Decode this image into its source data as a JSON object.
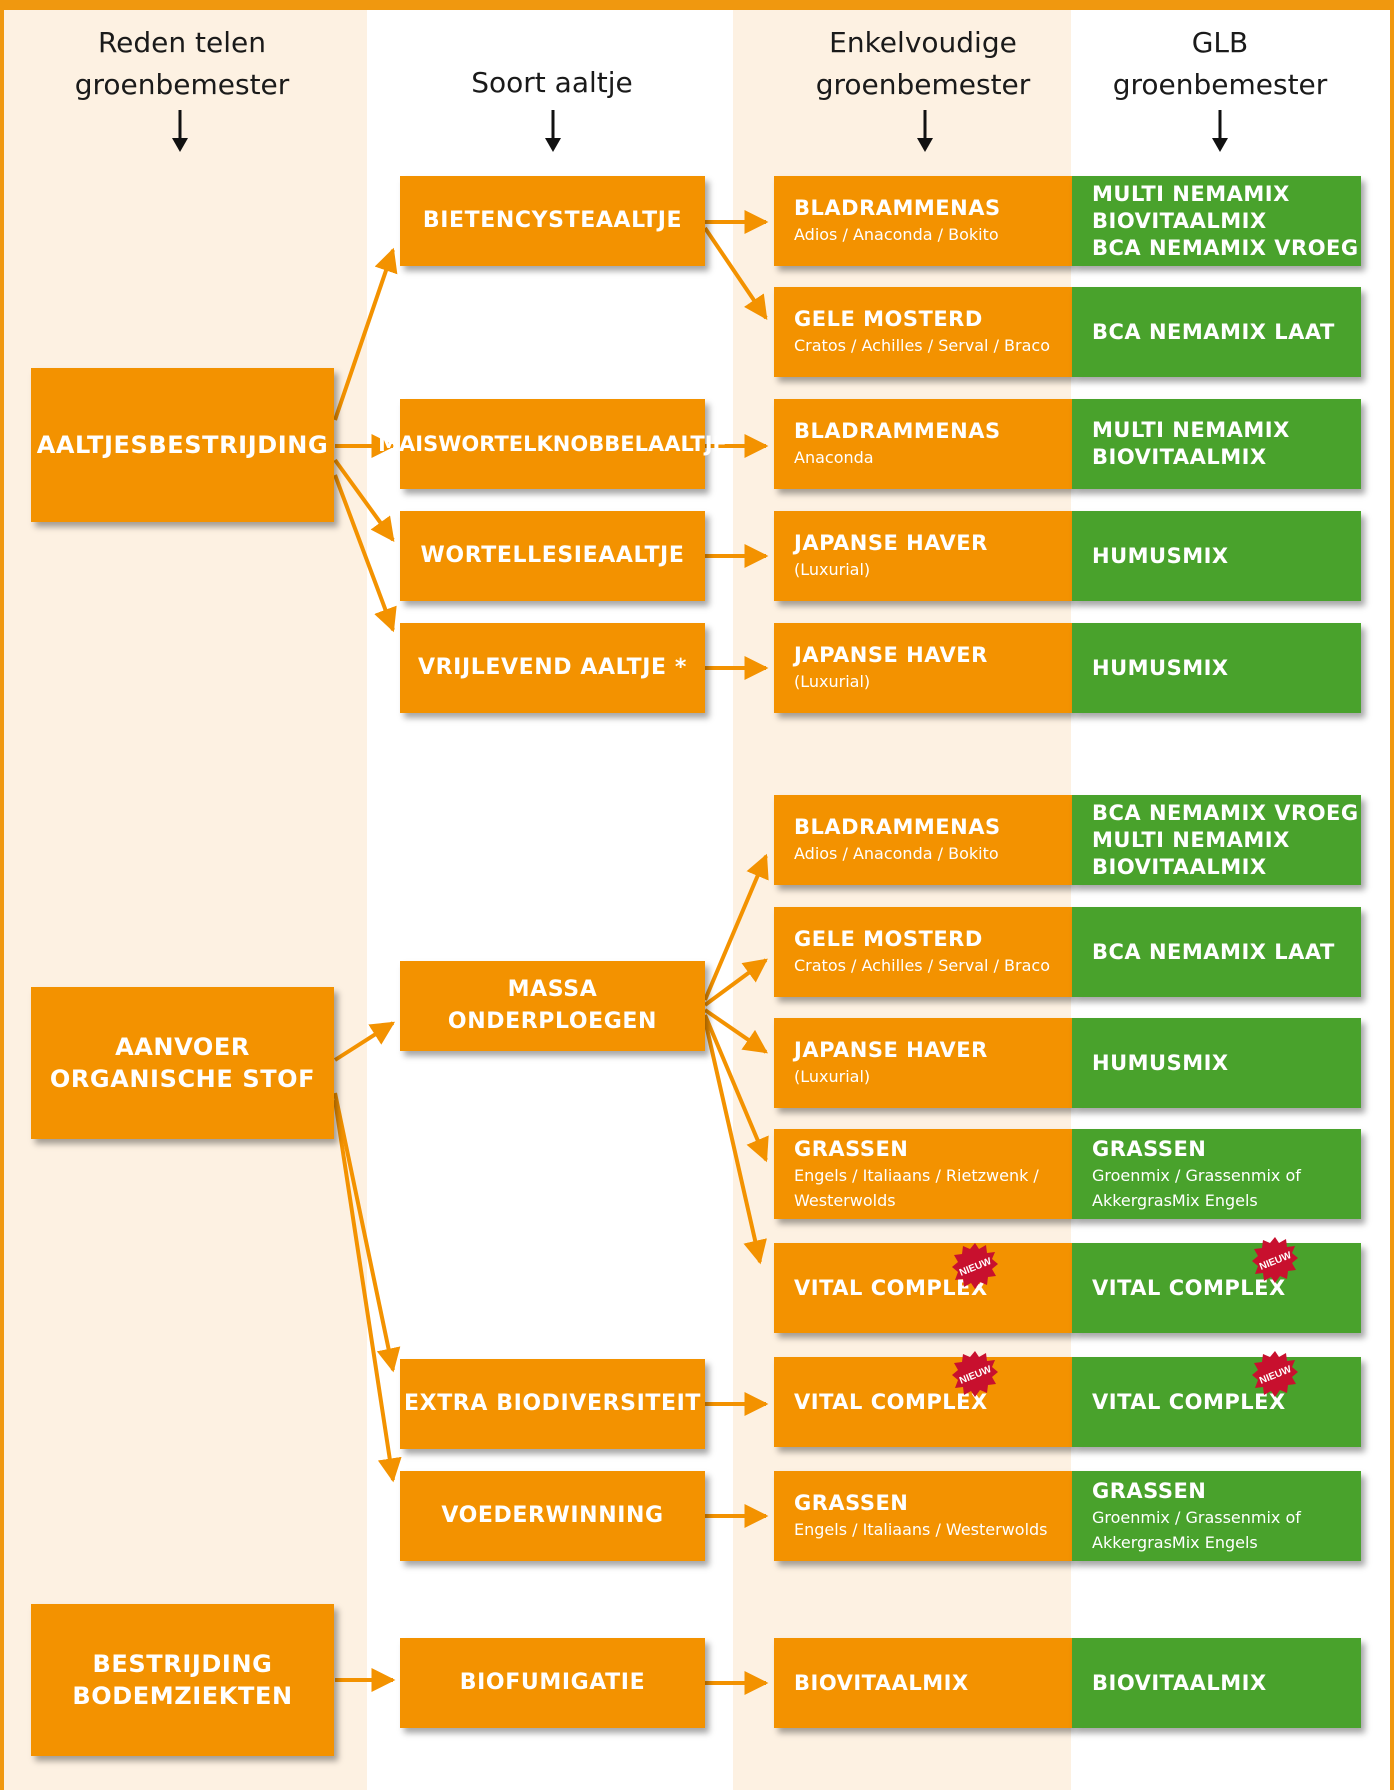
{
  "headers": [
    {
      "line1": "Reden telen",
      "line2": "groenbemester"
    },
    {
      "line1": "Soort aaltje",
      "line2": ""
    },
    {
      "line1": "Enkelvoudige",
      "line2": "groenbemester"
    },
    {
      "line1": "GLB",
      "line2": "groenbemester"
    }
  ],
  "reasons": {
    "aaltjes": {
      "line1": "AALTJESBESTRIJDING",
      "line2": ""
    },
    "organische": {
      "line1": "AANVOER",
      "line2": "ORGANISCHE STOF"
    },
    "bodemziekten": {
      "line1": "BESTRIJDING",
      "line2": "BODEMZIEKTEN"
    }
  },
  "soorten": {
    "bietencyste": "BIETENCYSTEAALTJE",
    "maiswortel": "MAISWORTELKNOBBELAALTJE",
    "wortellesie": "WORTELLESIEAALTJE",
    "vrijlevend": "VRIJLEVEND AALTJE *",
    "massa": "MASSA ONDERPLOEGEN",
    "biodiversiteit": "EXTRA BIODIVERSITEIT",
    "voeder": "VOEDERWINNING",
    "biofumigatie": "BIOFUMIGATIE"
  },
  "enkelvoudig": [
    {
      "title": "BLADRAMMENAS",
      "sub": "Adios / Anaconda / Bokito"
    },
    {
      "title": "GELE MOSTERD",
      "sub": "Cratos / Achilles / Serval / Braco"
    },
    {
      "title": "BLADRAMMENAS",
      "sub": "Anaconda"
    },
    {
      "title": "JAPANSE HAVER",
      "sub": "(Luxurial)"
    },
    {
      "title": "JAPANSE HAVER",
      "sub": "(Luxurial)"
    },
    {
      "title": "BLADRAMMENAS",
      "sub": "Adios / Anaconda / Bokito"
    },
    {
      "title": "GELE MOSTERD",
      "sub": "Cratos / Achilles / Serval / Braco"
    },
    {
      "title": "JAPANSE HAVER",
      "sub": "(Luxurial)"
    },
    {
      "title": "GRASSEN",
      "sub": "Engels / Italiaans / Rietzwenk / Westerwolds"
    },
    {
      "title": "VITAL COMPLEX",
      "sub": ""
    },
    {
      "title": "VITAL COMPLEX",
      "sub": ""
    },
    {
      "title": "GRASSEN",
      "sub": "Engels / Italiaans /  Westerwolds"
    },
    {
      "title": "BIOVITAALMIX",
      "sub": ""
    }
  ],
  "glb": [
    {
      "lines": [
        "MULTI NEMAMIX",
        "BIOVITAALMIX",
        "BCA NEMAMIX VROEG"
      ],
      "sub": ""
    },
    {
      "lines": [
        "BCA NEMAMIX LAAT"
      ],
      "sub": ""
    },
    {
      "lines": [
        "MULTI NEMAMIX",
        "BIOVITAALMIX"
      ],
      "sub": ""
    },
    {
      "lines": [
        "HUMUSMIX"
      ],
      "sub": ""
    },
    {
      "lines": [
        "HUMUSMIX"
      ],
      "sub": ""
    },
    {
      "lines": [
        "BCA NEMAMIX VROEG",
        "MULTI NEMAMIX",
        "BIOVITAALMIX"
      ],
      "sub": ""
    },
    {
      "lines": [
        "BCA NEMAMIX LAAT"
      ],
      "sub": ""
    },
    {
      "lines": [
        "HUMUSMIX"
      ],
      "sub": ""
    },
    {
      "lines": [
        "GRASSEN"
      ],
      "sub": "Groenmix / Grassenmix of AkkergrasMix Engels"
    },
    {
      "lines": [
        "VITAL COMPLEX"
      ],
      "sub": ""
    },
    {
      "lines": [
        "VITAL COMPLEX"
      ],
      "sub": ""
    },
    {
      "lines": [
        "GRASSEN"
      ],
      "sub": "Groenmix / Grassenmix of AkkergrasMix Engels"
    },
    {
      "lines": [
        "BIOVITAALMIX"
      ],
      "sub": ""
    }
  ],
  "badge_text": "NIEUW",
  "colors": {
    "orange": "#f39200",
    "green": "#49a22c",
    "arrow": "#f39200",
    "cream": "#fdf1e2",
    "badge": "#c8102e"
  }
}
